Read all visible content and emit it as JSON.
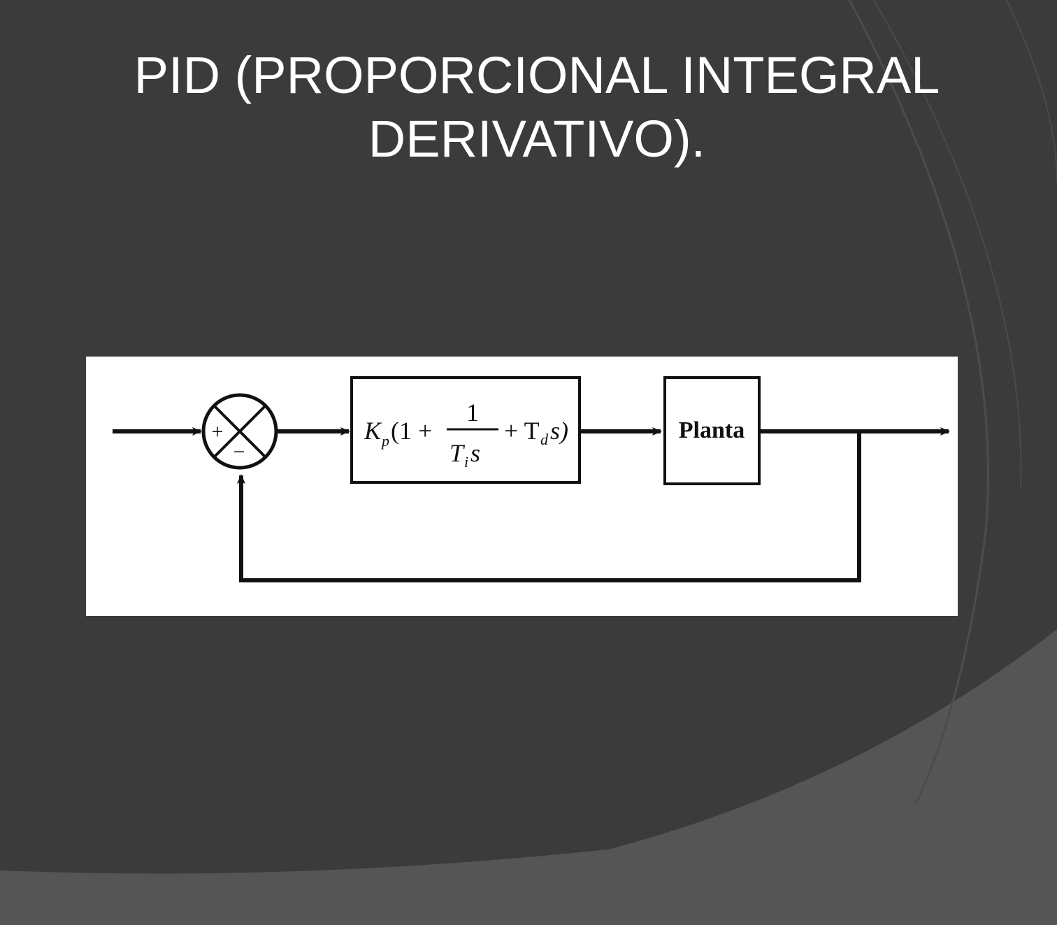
{
  "slide": {
    "title_line1": "PID (PROPORCIONAL INTEGRAL",
    "title_line2": "DERIVATIVO).",
    "colors": {
      "background": "#3b3b3b",
      "decor_light": "#555555",
      "title_text": "#ffffff"
    }
  },
  "diagram": {
    "summing_junction": {
      "plus_sign": "+",
      "minus_sign": "−"
    },
    "controller_block": {
      "kp": "K",
      "kp_sub": "p",
      "open": "(1 +",
      "numerator": "1",
      "denominator_t": "T",
      "denominator_sub": "i",
      "denominator_s": "s",
      "plus_td": "+ T",
      "td_sub": "d",
      "td_s": "s)"
    },
    "plant_block": {
      "label": "Planta"
    }
  }
}
